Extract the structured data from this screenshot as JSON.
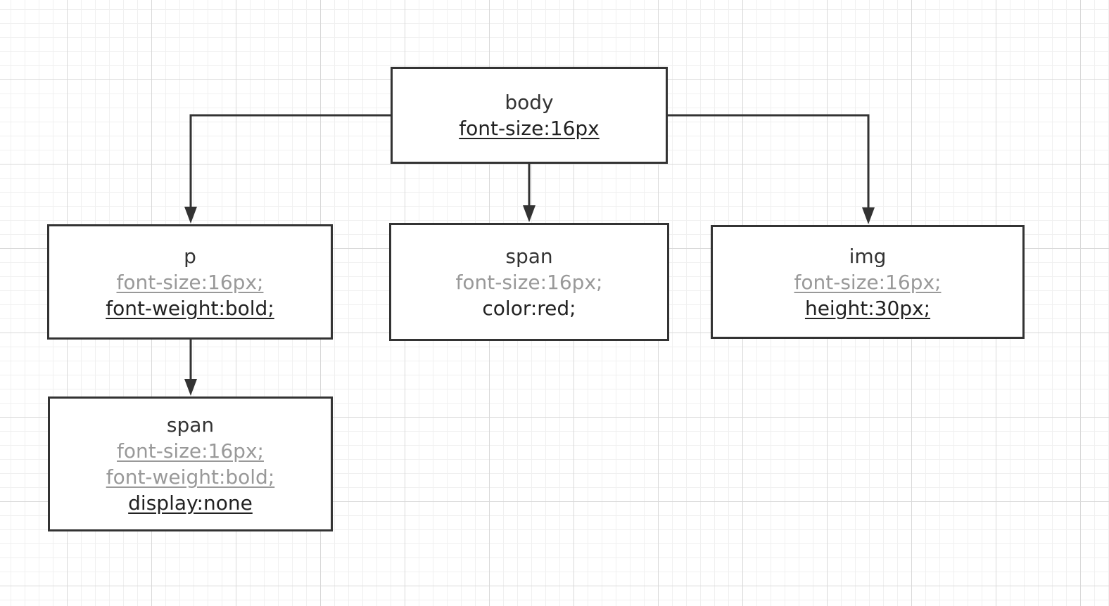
{
  "nodes": {
    "body": {
      "tag": "body",
      "lines": [
        "font-size:16px"
      ]
    },
    "p": {
      "tag": "p",
      "lines": [
        "font-size:16px;",
        "font-weight:bold;"
      ]
    },
    "span_child_of_body": {
      "tag": "span",
      "lines": [
        "font-size:16px;",
        "color:red;"
      ]
    },
    "img": {
      "tag": "img",
      "lines": [
        "font-size:16px;",
        "height:30px;"
      ]
    },
    "span_child_of_p": {
      "tag": "span",
      "lines": [
        "font-size:16px;",
        "font-weight:bold;",
        "display:none"
      ]
    }
  },
  "edges": [
    {
      "from": "body",
      "to": "p"
    },
    {
      "from": "body",
      "to": "span_child_of_body"
    },
    {
      "from": "body",
      "to": "img"
    },
    {
      "from": "p",
      "to": "span_child_of_p"
    }
  ],
  "colors": {
    "border": "#333333",
    "inherited_text": "#999999",
    "own_text": "#222222",
    "grid_major": "#d9d9d9",
    "grid_minor": "#f0f0f0"
  }
}
